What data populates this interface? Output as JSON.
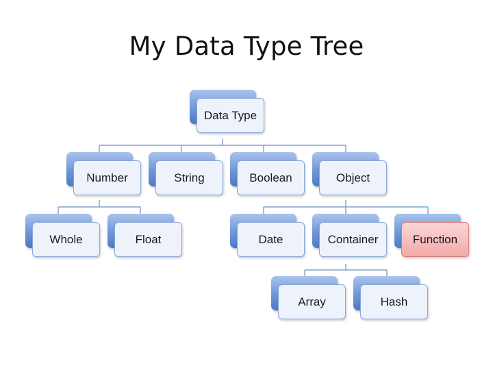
{
  "title": "My Data Type Tree",
  "colors": {
    "node_back": "#6f96d7",
    "node_front": "#eef2fa",
    "node_border": "#8aa8d8",
    "highlight_front": "#f4a9a9",
    "connector": "#6c8fc5"
  },
  "tree": {
    "root": "Data Type",
    "level1": [
      "Number",
      "String",
      "Boolean",
      "Object"
    ],
    "number_children": [
      "Whole",
      "Float"
    ],
    "object_children": [
      "Date",
      "Container",
      "Function"
    ],
    "container_children": [
      "Array",
      "Hash"
    ],
    "highlighted": "Function"
  }
}
